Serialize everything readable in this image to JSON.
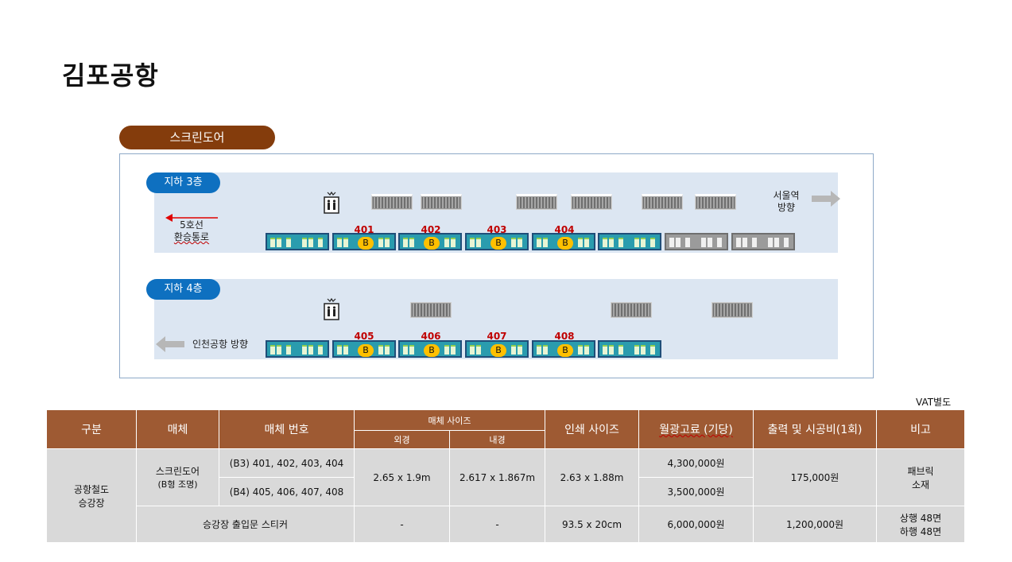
{
  "page_title": "김포공항",
  "section_label": "스크린도어",
  "floors": [
    {
      "label": "지하 3층",
      "left_direction": {
        "line1": "5호선",
        "line2": "환승통로"
      },
      "right_direction": {
        "line1": "서울역",
        "line2": "방향"
      },
      "door_numbers": [
        "401",
        "402",
        "403",
        "404"
      ],
      "badge_label": "B"
    },
    {
      "label": "지하 4층",
      "left_direction": {
        "line1": "인천공항 방향"
      },
      "door_numbers": [
        "405",
        "406",
        "407",
        "408"
      ],
      "badge_label": "B"
    }
  ],
  "vat_note": "VAT별도",
  "table": {
    "headers": {
      "category": "구분",
      "media": "매체",
      "media_number": "매체 번호",
      "media_size": "매체 사이즈",
      "outer": "외경",
      "inner": "내경",
      "print_size": "인쇄 사이즈",
      "monthly_fee": "월광고료 (기당)",
      "production_fee": "출력 및 시공비(1회)",
      "note": "비고"
    },
    "category_value": {
      "line1": "공항철도",
      "line2": "승강장"
    },
    "media_value": {
      "line1": "스크린도어",
      "line2": "(B형 조명)"
    },
    "rows": [
      {
        "media_number": "(B3) 401, 402, 403, 404",
        "monthly_fee": "4,300,000원"
      },
      {
        "media_number": "(B4) 405, 406, 407, 408",
        "monthly_fee": "3,500,000원"
      }
    ],
    "screen_door_outer": "2.65 x 1.9m",
    "screen_door_inner": "2.617 x 1.867m",
    "screen_door_print": "2.63 x 1.88m",
    "screen_door_production": "175,000원",
    "screen_door_note": {
      "line1": "패브릭",
      "line2": "소재"
    },
    "sticker_row": {
      "media": "승강장 출입문 스티커",
      "outer": "-",
      "inner": "-",
      "print_size": "93.5 x 20cm",
      "monthly_fee": "6,000,000원",
      "production_fee": "1,200,000원",
      "note": {
        "line1": "상행 48면",
        "line2": "하행 48면"
      }
    }
  },
  "colors": {
    "section_pill": "#843c0c",
    "floor_pill": "#0e70c0",
    "floor_bg": "#dce6f2",
    "table_header": "#9e5a33",
    "door_number": "#c00000",
    "badge": "#ffc000"
  },
  "icons": [
    "elevator-icon",
    "arrow-left-icon",
    "arrow-right-icon"
  ]
}
